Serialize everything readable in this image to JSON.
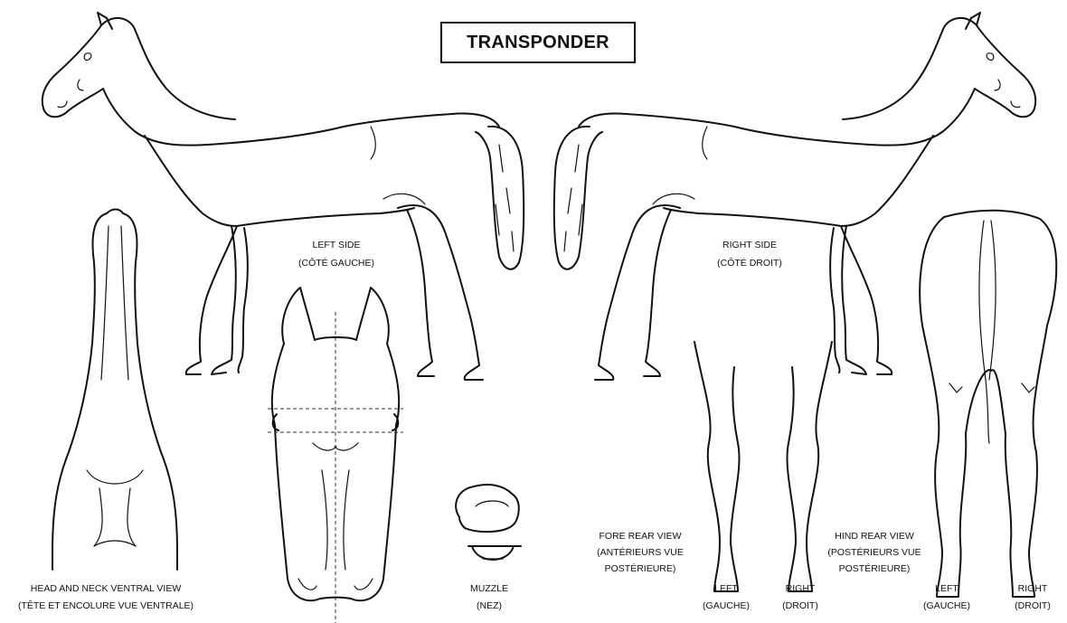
{
  "title": "TRANSPONDER",
  "labels": {
    "left_side": [
      "LEFT SIDE",
      "(CÔTÉ GAUCHE)"
    ],
    "right_side": [
      "RIGHT SIDE",
      "(CÔTÉ DROIT)"
    ],
    "head_neck": [
      "HEAD AND NECK VENTRAL VIEW",
      "(TÊTE ET ENCOLURE VUE VENTRALE)"
    ],
    "muzzle": [
      "MUZZLE",
      "(NEZ)"
    ],
    "fore_rear": [
      "FORE REAR VIEW",
      "(ANTÉRIEURS VUE",
      "POSTÉRIEURE)"
    ],
    "hind_rear": [
      "HIND REAR VIEW",
      "(POSTÉRIEURS VUE",
      "POSTÉRIEURE)"
    ],
    "fore_left": [
      "LEFT",
      "(GAUCHE)"
    ],
    "fore_right": [
      "RIGHT",
      "(DROIT)"
    ],
    "hind_left": [
      "LEFT",
      "(GAUCHE)"
    ],
    "hind_right": [
      "RIGHT",
      "(DROIT)"
    ]
  }
}
